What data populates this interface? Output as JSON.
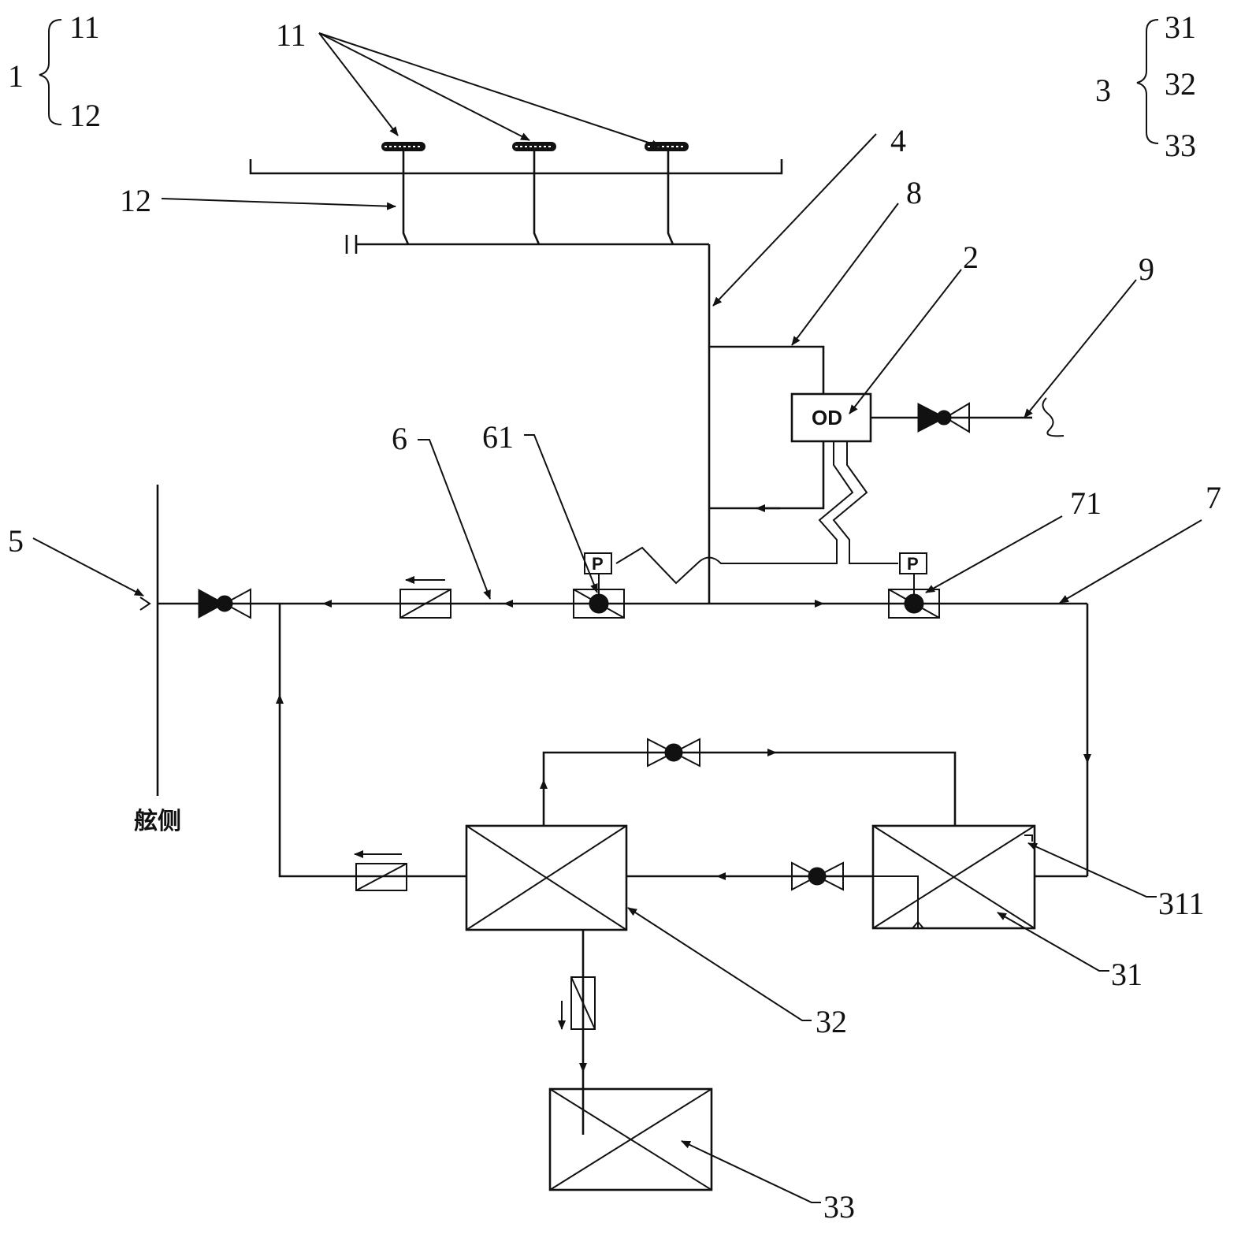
{
  "labels": {
    "group1": "1",
    "group1_a": "11",
    "group1_b": "12",
    "group3": "3",
    "group3_a": "31",
    "group3_b": "32",
    "group3_c": "33",
    "nozzles": "11",
    "pipe12": "12",
    "pipe4": "4",
    "pipe8": "8",
    "device2": "2",
    "inlet9": "9",
    "pipe6": "6",
    "valve61": "61",
    "valve71": "71",
    "pipe7": "7",
    "port5": "5",
    "port311": "311",
    "tank31": "31",
    "tank32": "32",
    "tank33": "33"
  },
  "device2_text": "OD",
  "pressure_mark": "P",
  "shipside_text": "舷侧"
}
